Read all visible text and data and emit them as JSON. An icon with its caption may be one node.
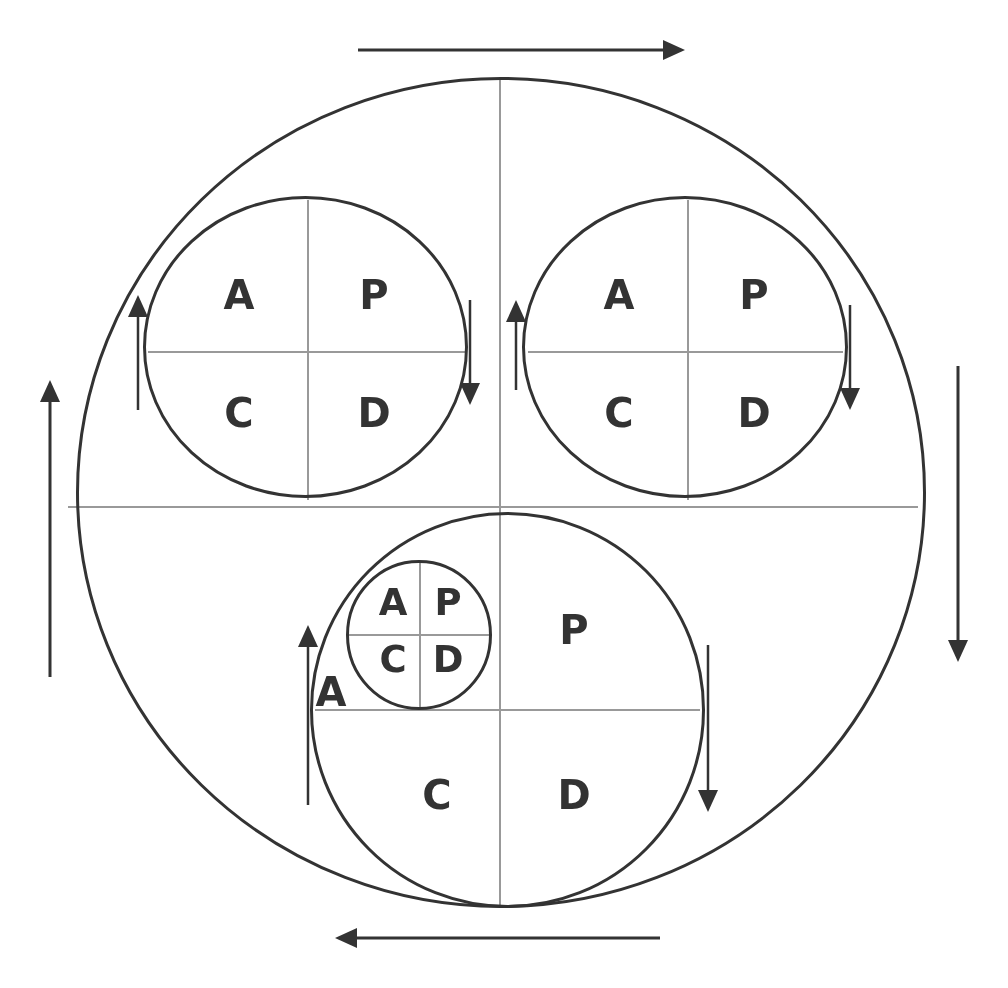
{
  "diagram": {
    "nodes": [
      {
        "text": [],
        "shape": "circle"
      },
      {
        "text": [
          "A",
          "P",
          "C",
          "D"
        ],
        "in": 0
      },
      {
        "text": [
          "A",
          "P",
          "C",
          "D"
        ],
        "in": 0
      },
      {
        "text": [
          "P",
          "A",
          "C",
          "D"
        ],
        "in": 0
      },
      {
        "text": [
          "A",
          "P",
          "C",
          "D"
        ],
        "in": 3
      }
    ]
  }
}
